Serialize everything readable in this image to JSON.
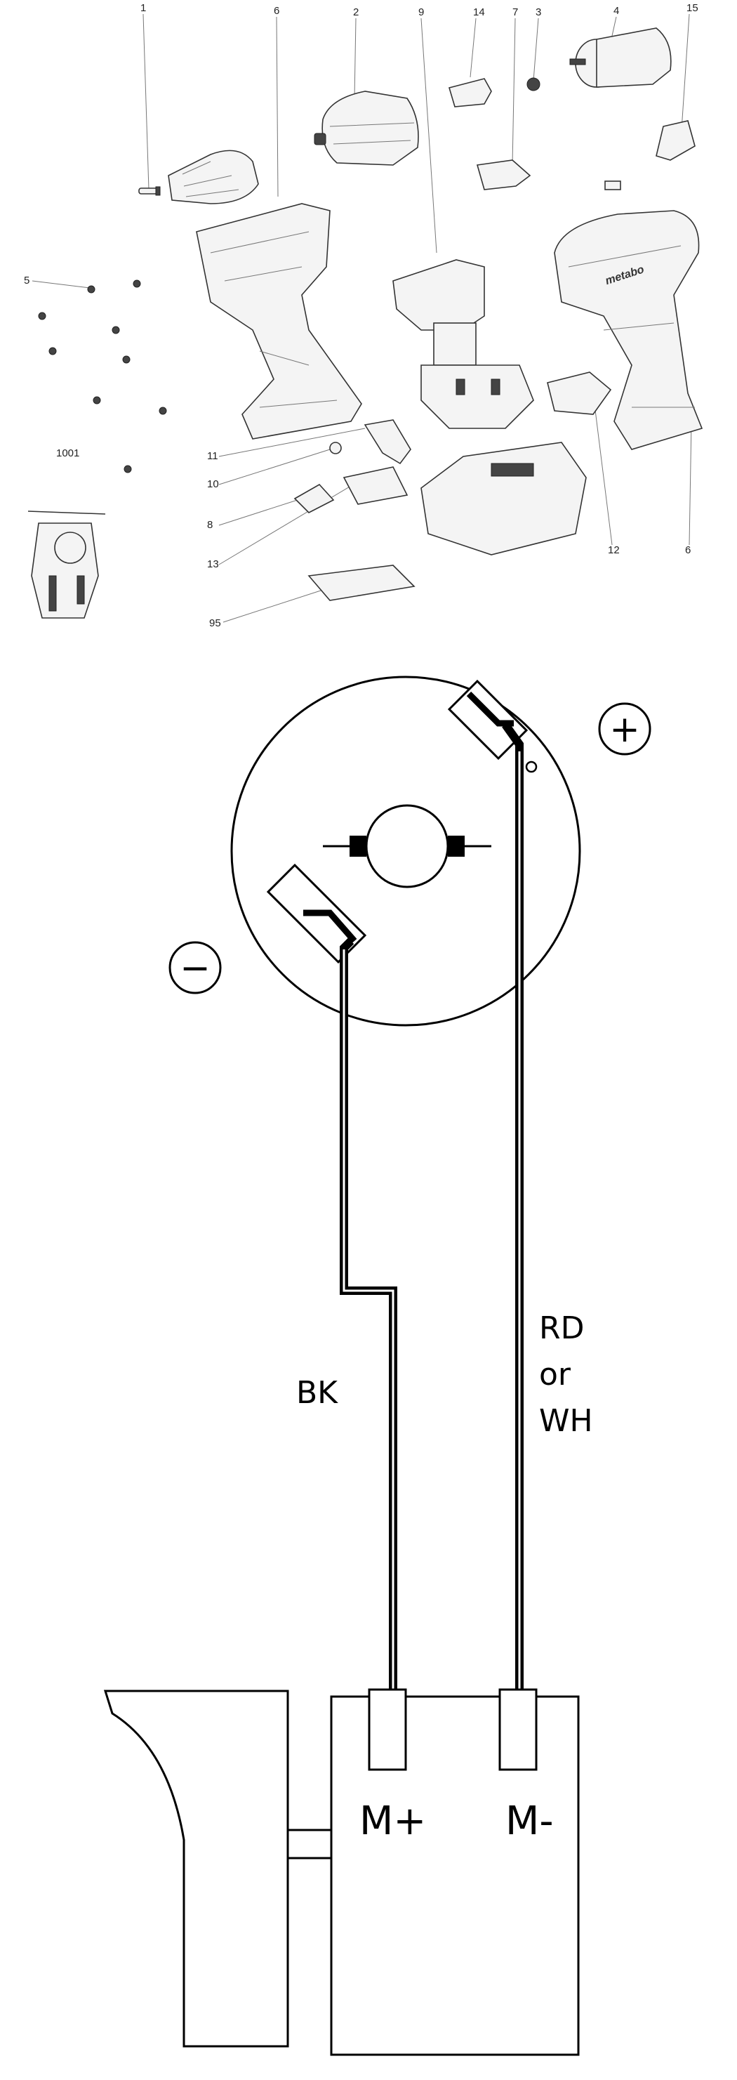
{
  "exploded_view": {
    "part_numbers": [
      "1",
      "6",
      "2",
      "9",
      "14",
      "7",
      "3",
      "4",
      "15",
      "5",
      "1001",
      "11",
      "10",
      "8",
      "13",
      "95",
      "12",
      "6"
    ],
    "brand_mark": "metabo"
  },
  "wiring": {
    "motor_terminal_positive_symbol": "+",
    "motor_terminal_negative_symbol": "−",
    "wire_left_color": "BK",
    "wire_right_color_line1": "RD",
    "wire_right_color_line2": "or",
    "wire_right_color_line3": "WH",
    "switch_terminal_left": "M+",
    "switch_terminal_right": "M-"
  }
}
